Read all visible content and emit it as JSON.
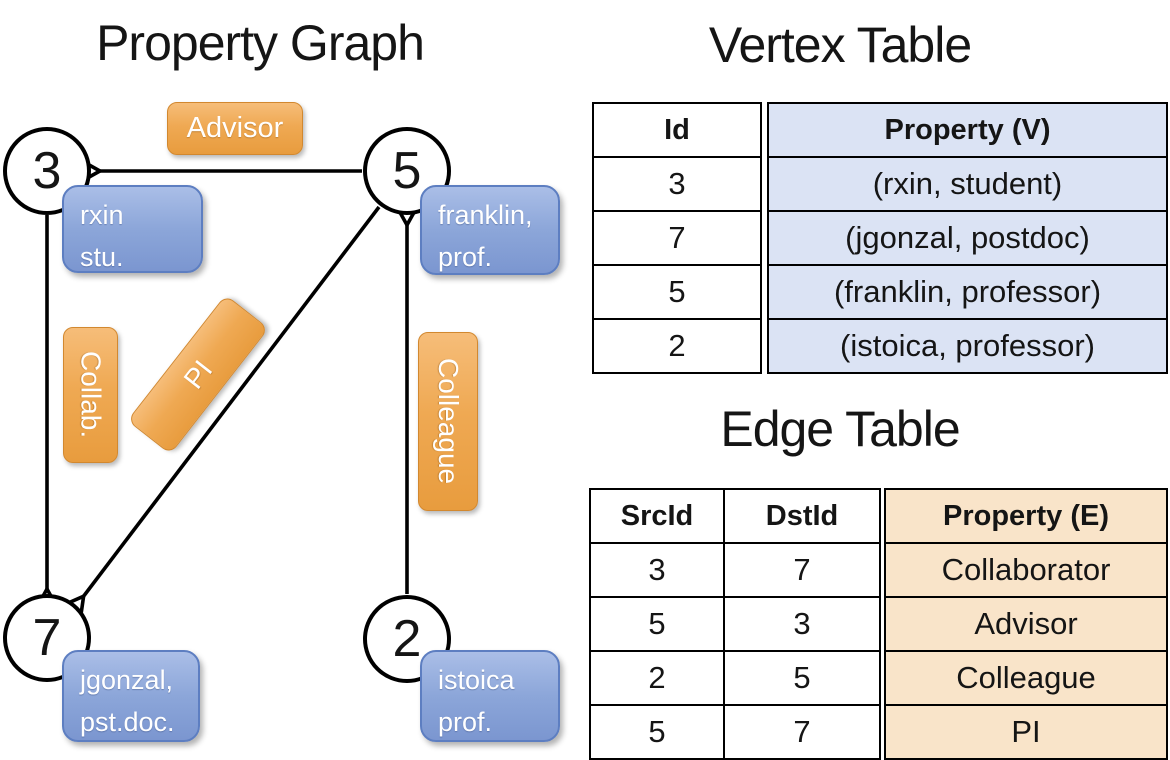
{
  "graph": {
    "title": "Property Graph",
    "nodes": [
      {
        "id": "3",
        "prop_line1": "rxin",
        "prop_line2": "stu."
      },
      {
        "id": "5",
        "prop_line1": "franklin,",
        "prop_line2": "prof."
      },
      {
        "id": "7",
        "prop_line1": "jgonzal,",
        "prop_line2": "pst.doc."
      },
      {
        "id": "2",
        "prop_line1": "istoica",
        "prop_line2": "prof."
      }
    ],
    "edges": [
      {
        "label": "Advisor"
      },
      {
        "label": "Collab."
      },
      {
        "label": "PI"
      },
      {
        "label": "Colleague"
      }
    ]
  },
  "vertex_table": {
    "title": "Vertex Table",
    "columns": {
      "id": "Id",
      "property": "Property (V)"
    },
    "rows": [
      {
        "id": "3",
        "property": "(rxin, student)"
      },
      {
        "id": "7",
        "property": "(jgonzal, postdoc)"
      },
      {
        "id": "5",
        "property": "(franklin, professor)"
      },
      {
        "id": "2",
        "property": "(istoica, professor)"
      }
    ]
  },
  "edge_table": {
    "title": "Edge Table",
    "columns": {
      "src": "SrcId",
      "dst": "DstId",
      "property": "Property (E)"
    },
    "rows": [
      {
        "src": "3",
        "dst": "7",
        "property": "Collaborator"
      },
      {
        "src": "5",
        "dst": "3",
        "property": "Advisor"
      },
      {
        "src": "2",
        "dst": "5",
        "property": "Colleague"
      },
      {
        "src": "5",
        "dst": "7",
        "property": "PI"
      }
    ]
  },
  "colors": {
    "edge_label_orange": "#efa953",
    "property_box_blue": "#8ca6d9",
    "vertex_column_fill": "#dbe3f4",
    "edge_column_fill": "#f9e4c9",
    "line_black": "#000000"
  }
}
